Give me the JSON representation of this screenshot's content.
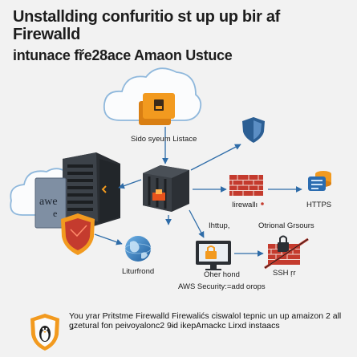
{
  "title": {
    "line1": "Unstallding confuritio st up up bir af Firewalld",
    "line2": "intunace fře28ace Amaon Ustuce"
  },
  "labels": {
    "top_instance": "Sido syeum Listace",
    "firewall": "Iirewallı",
    "https": "HTTPS",
    "http": "Ihttup,",
    "optional_groups": "Otrional Grsours",
    "left_frontend": "Liturfrond",
    "other_host": "Oher hond",
    "ssh": "SSH ŗr",
    "aws_security": "AWS Security:=add orops"
  },
  "server_text": "awe",
  "footer": {
    "text": "You yrar Pritstme Firewalld Firewalićs ciswalol tepnic un up amaizon 2 all ǥzetural fon peivoyalonc2 9ɨd ikepAmackc Lirxd instaacs"
  },
  "colors": {
    "orange": "#f29a1f",
    "brick": "#c43b2e",
    "shield_blue": "#2c5f94",
    "arrow": "#2e6ca8",
    "background": "#f2f2f2"
  }
}
